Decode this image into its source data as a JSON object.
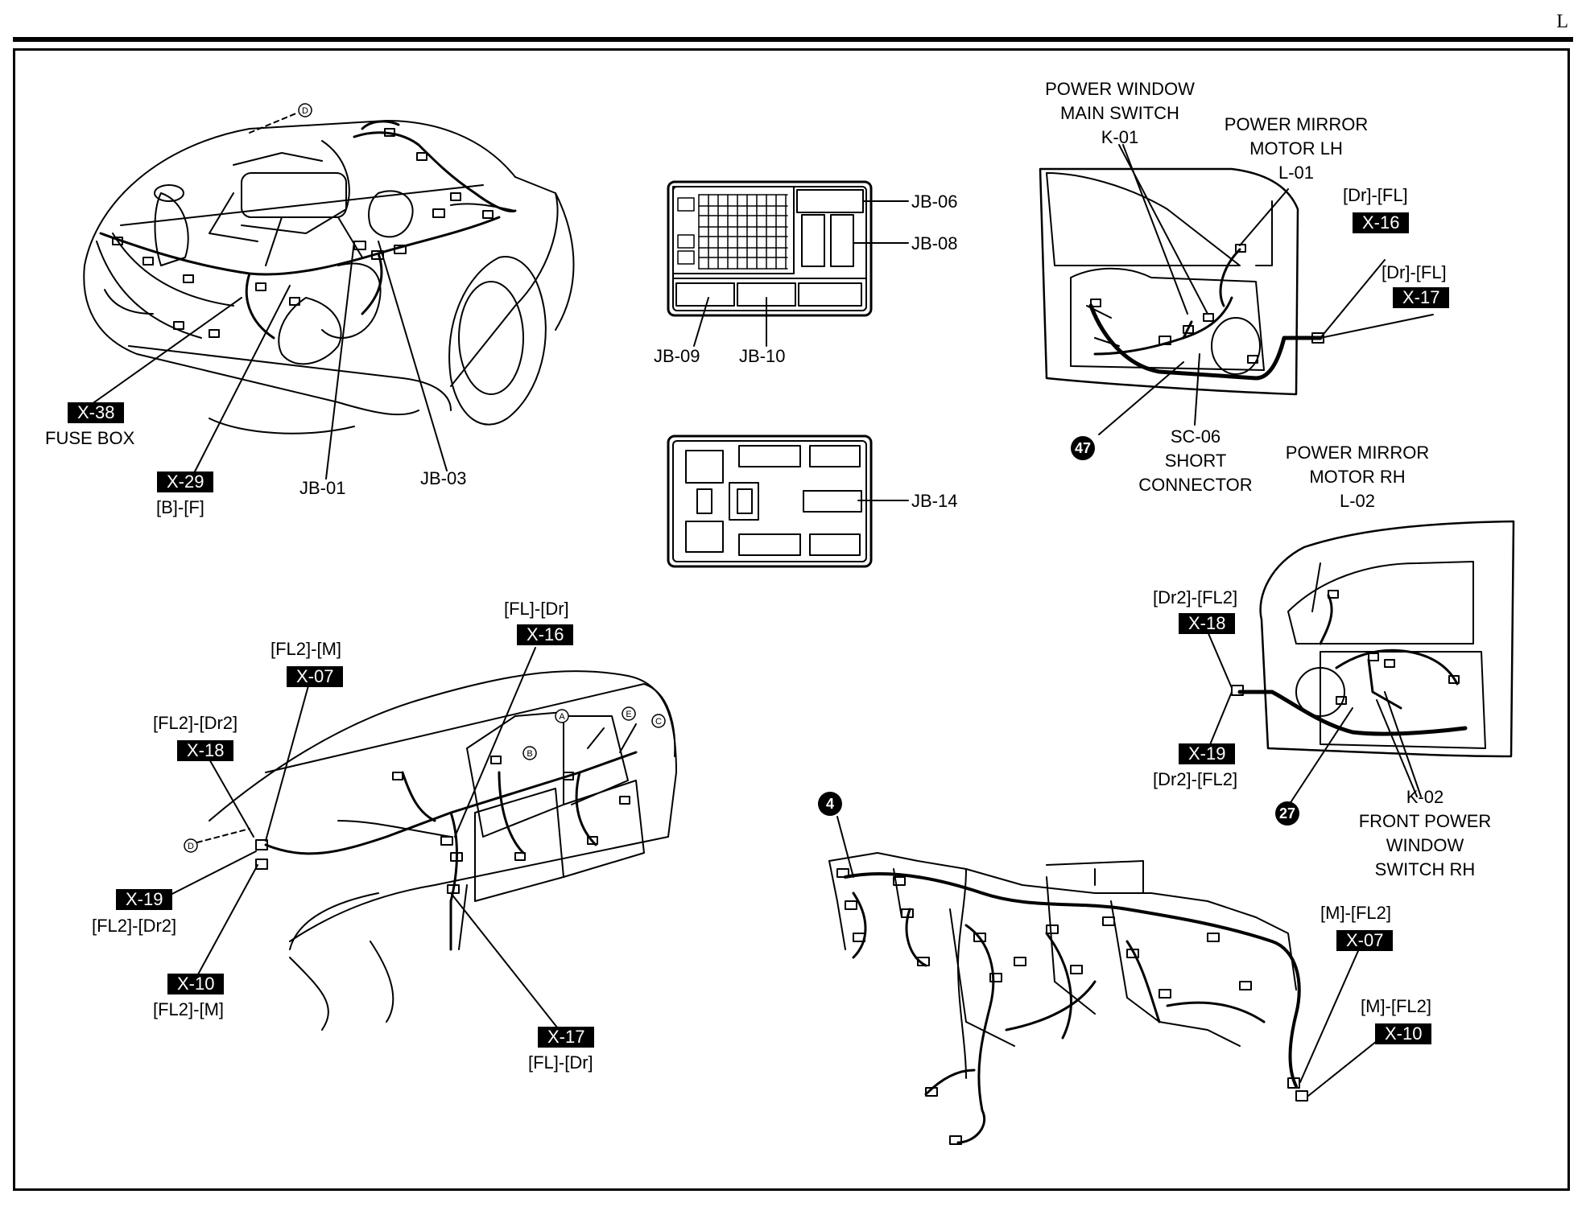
{
  "page_letter": "L",
  "labels": {
    "x38_tag": "X-38",
    "fuse_box": "FUSE BOX",
    "x29_tag": "X-29",
    "x29_sub": "[B]-[F]",
    "jb01": "JB-01",
    "jb03": "JB-03",
    "jb06": "JB-06",
    "jb08": "JB-08",
    "jb09": "JB-09",
    "jb10": "JB-10",
    "jb14": "JB-14",
    "pw_main_1": "POWER WINDOW",
    "pw_main_2": "MAIN SWITCH",
    "pw_main_3": "K-01",
    "pm_lh_1": "POWER MIRROR",
    "pm_lh_2": "MOTOR LH",
    "pm_lh_3": "L-01",
    "x16_top_sub": "[Dr]-[FL]",
    "x16_top_tag": "X-16",
    "x17_top_sub": "[Dr]-[FL]",
    "x17_top_tag": "X-17",
    "c47": "47",
    "sc06_1": "SC-06",
    "sc06_2": "SHORT",
    "sc06_3": "CONNECTOR",
    "pm_rh_1": "POWER MIRROR",
    "pm_rh_2": "MOTOR RH",
    "pm_rh_3": "L-02",
    "x18_r_sub": "[Dr2]-[FL2]",
    "x18_r_tag": "X-18",
    "x19_r_tag": "X-19",
    "x19_r_sub": "[Dr2]-[FL2]",
    "c27": "27",
    "k02_1": "K-02",
    "k02_2": "FRONT POWER",
    "k02_3": "WINDOW",
    "k02_4": "SWITCH RH",
    "fl_dr_sub": "[FL]-[Dr]",
    "x16_mid_tag": "X-16",
    "fl2_m_sub": "[FL2]-[M]",
    "x07_l_tag": "X-07",
    "fl2_dr2_sub": "[FL2]-[Dr2]",
    "x18_l_tag": "X-18",
    "x19_l_tag": "X-19",
    "x19_l_sub": "[FL2]-[Dr2]",
    "x10_l_tag": "X-10",
    "x10_l_sub": "[FL2]-[M]",
    "x17_b_tag": "X-17",
    "x17_b_sub": "[FL]-[Dr]",
    "c4": "4",
    "m_fl2_a": "[M]-[FL2]",
    "x07_r_tag": "X-07",
    "m_fl2_b": "[M]-[FL2]",
    "x10_r_tag": "X-10",
    "ref_d1": "D",
    "ref_d2": "D",
    "ref_a": "A",
    "ref_b": "B",
    "ref_e": "E",
    "ref_c": "C"
  }
}
